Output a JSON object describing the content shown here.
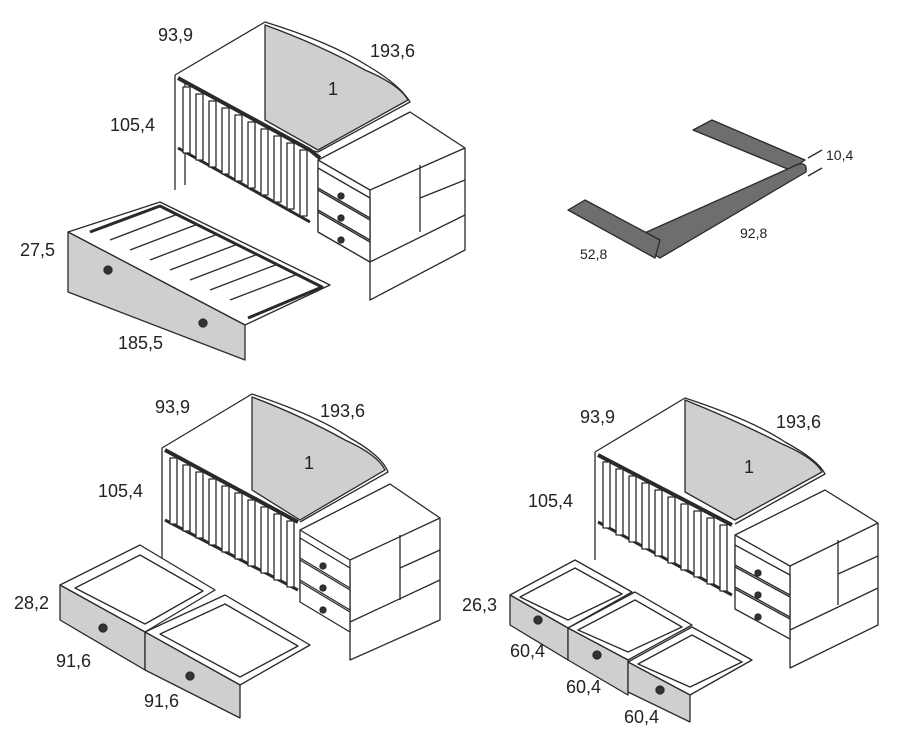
{
  "colors": {
    "stroke": "#2a2a2a",
    "panel_fill": "#cfcfcf",
    "white_fill": "#ffffff",
    "rail_fill": "#6e6e6e",
    "knob": "#333333"
  },
  "diagrams": {
    "cot_trundle": {
      "depth": "93,9",
      "length": "193,6",
      "height": "105,4",
      "panel_number": "1",
      "trundle_height": "27,5",
      "trundle_length": "185,5"
    },
    "guard_rail": {
      "height": "10,4",
      "long_side": "92,8",
      "short_side": "52,8"
    },
    "cot_two_drawers": {
      "depth": "93,9",
      "length": "193,6",
      "height": "105,4",
      "panel_number": "1",
      "drawer_height": "28,2",
      "drawer_1_length": "91,6",
      "drawer_2_length": "91,6"
    },
    "cot_three_drawers": {
      "depth": "93,9",
      "length": "193,6",
      "height": "105,4",
      "panel_number": "1",
      "drawer_height": "26,3",
      "drawer_1_length": "60,4",
      "drawer_2_length": "60,4",
      "drawer_3_length": "60,4"
    }
  }
}
